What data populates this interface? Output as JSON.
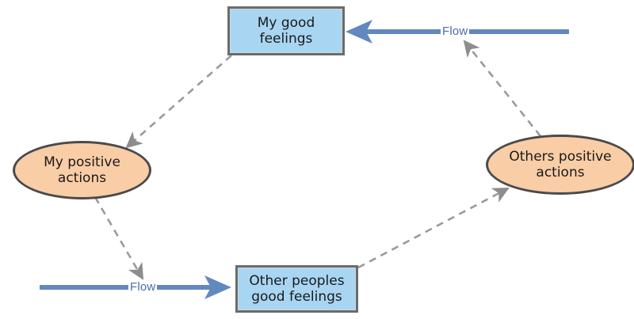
{
  "diagram": {
    "type": "cycle-flow-diagram",
    "background_color": "#ffffff",
    "palette": {
      "box_fill": "#a8d6f2",
      "box_border": "#6b6b6b",
      "ellipse_fill": "#f9cda6",
      "ellipse_border": "#4a4a4a",
      "flow_arrow": "#6288c0",
      "flow_label_text": "#4a6ea8",
      "dashed_connector": "#9a9a9a",
      "node_text": "#1a1a1a"
    },
    "nodes": [
      {
        "id": "my-good-feelings",
        "shape": "rectangle",
        "label": "My good\nfeelings",
        "fill": "#a8d6f2",
        "border": "#6b6b6b"
      },
      {
        "id": "my-positive-actions",
        "shape": "ellipse",
        "label": "My positive\nactions",
        "fill": "#f9cda6",
        "border": "#4a4a4a"
      },
      {
        "id": "other-peoples-good-feelings",
        "shape": "rectangle",
        "label": "Other peoples\ngood feelings",
        "fill": "#a8d6f2",
        "border": "#6b6b6b"
      },
      {
        "id": "others-positive-actions",
        "shape": "ellipse",
        "label": "Others positive\nactions",
        "fill": "#f9cda6",
        "border": "#4a4a4a"
      }
    ],
    "flow_arrows": [
      {
        "id": "flow-arrow-top",
        "label": "Flow",
        "direction": "left",
        "target": "my-good-feelings",
        "color": "#6288c0"
      },
      {
        "id": "flow-arrow-bottom",
        "label": "Flow",
        "direction": "right",
        "target": "other-peoples-good-feelings",
        "color": "#6288c0"
      }
    ],
    "connectors": [
      {
        "id": "connector-good-feelings-to-my-actions",
        "from": "my-good-feelings",
        "to": "my-positive-actions",
        "style": "dashed",
        "color": "#9a9a9a"
      },
      {
        "id": "connector-my-actions-to-flow-bottom",
        "from": "my-positive-actions",
        "to": "flow-arrow-bottom",
        "style": "dashed",
        "color": "#9a9a9a"
      },
      {
        "id": "connector-other-feelings-to-others-actions",
        "from": "other-peoples-good-feelings",
        "to": "others-positive-actions",
        "style": "dashed",
        "color": "#9a9a9a"
      },
      {
        "id": "connector-others-actions-to-flow-top",
        "from": "others-positive-actions",
        "to": "flow-arrow-top",
        "style": "dashed",
        "color": "#9a9a9a"
      }
    ]
  }
}
